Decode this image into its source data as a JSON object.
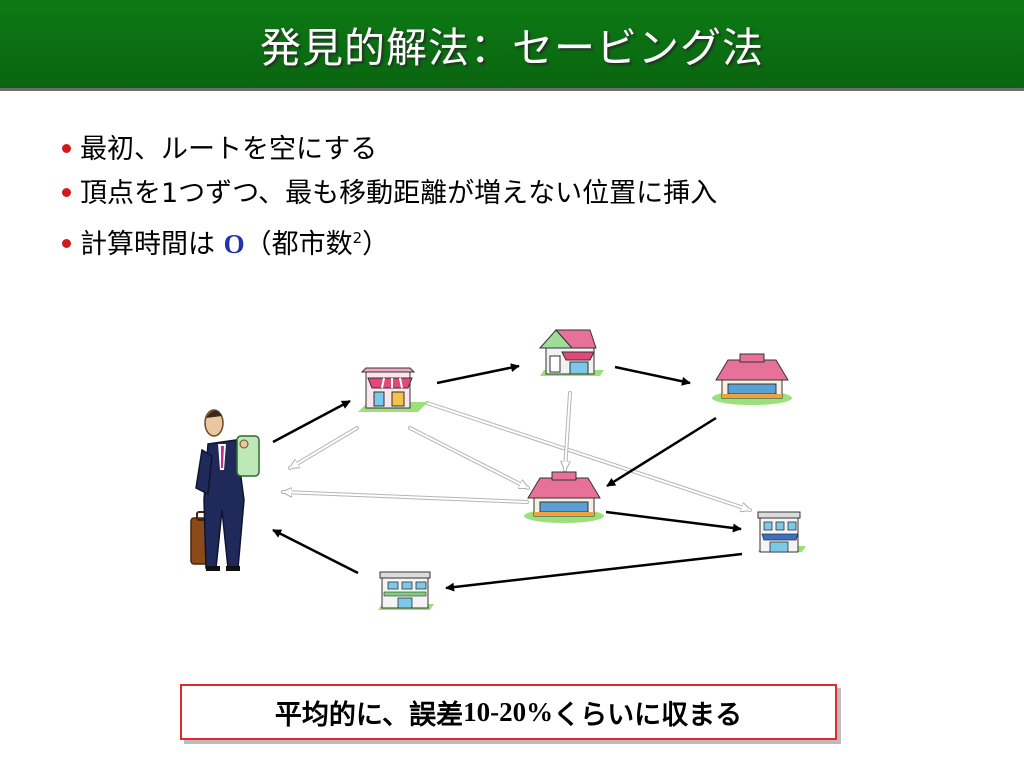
{
  "slide": {
    "title": "発見的解法：セービング法",
    "bullets": [
      {
        "text": "最初、ルートを空にする"
      },
      {
        "text": "頂点を1つずつ、最も移動距離が増えない位置に挿入"
      },
      {
        "prefix": "計算時間は ",
        "order": "O",
        "paren_open": "（",
        "arg": "都市数",
        "sup": "2",
        "paren_close": "）"
      }
    ],
    "callout": {
      "pre": "平均的に、誤差",
      "range": "10-20",
      "percent": "%",
      "post": "くらいに収まる"
    }
  },
  "diagram": {
    "icons": [
      {
        "name": "salesman-icon"
      },
      {
        "name": "shop-icon"
      },
      {
        "name": "store-icon"
      },
      {
        "name": "restaurant-icon"
      },
      {
        "name": "restaurant-icon"
      },
      {
        "name": "office-icon"
      },
      {
        "name": "office-icon"
      }
    ],
    "colors": {
      "route": "#000000",
      "candidate": "#bdbdbd",
      "roof": "#e8719a",
      "window": "#7cc8e8",
      "lawn": "#8fd16f"
    }
  }
}
